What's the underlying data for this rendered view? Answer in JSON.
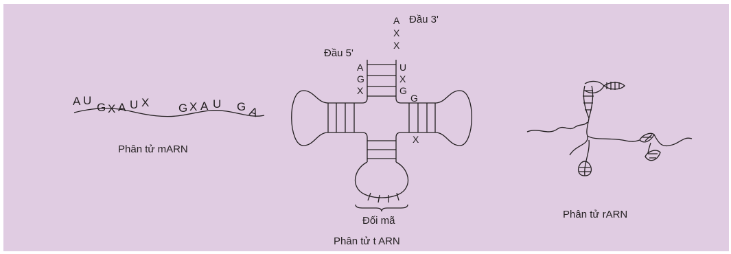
{
  "mrna": {
    "sequence": [
      "A",
      "U",
      "G",
      "X",
      "A",
      "U",
      "X",
      "G",
      "X",
      "A",
      "U",
      "G",
      "A"
    ],
    "label": "Phân tử mARN"
  },
  "trna": {
    "end3_label": "Đầu 3'",
    "end5_label": "Đầu 5'",
    "tail_3": [
      "A",
      "X",
      "X"
    ],
    "acceptor_left": [
      "A",
      "G",
      "X"
    ],
    "acceptor_right": [
      "U",
      "X",
      "G"
    ],
    "right_arm_top": "G",
    "right_arm_bottom": "X",
    "anticodon_label": "Đối mã",
    "label": "Phân tử t ARN"
  },
  "rrna": {
    "label": "Phân tử rARN"
  },
  "colors": {
    "background": "#e0cce2",
    "ink": "#231f20"
  }
}
